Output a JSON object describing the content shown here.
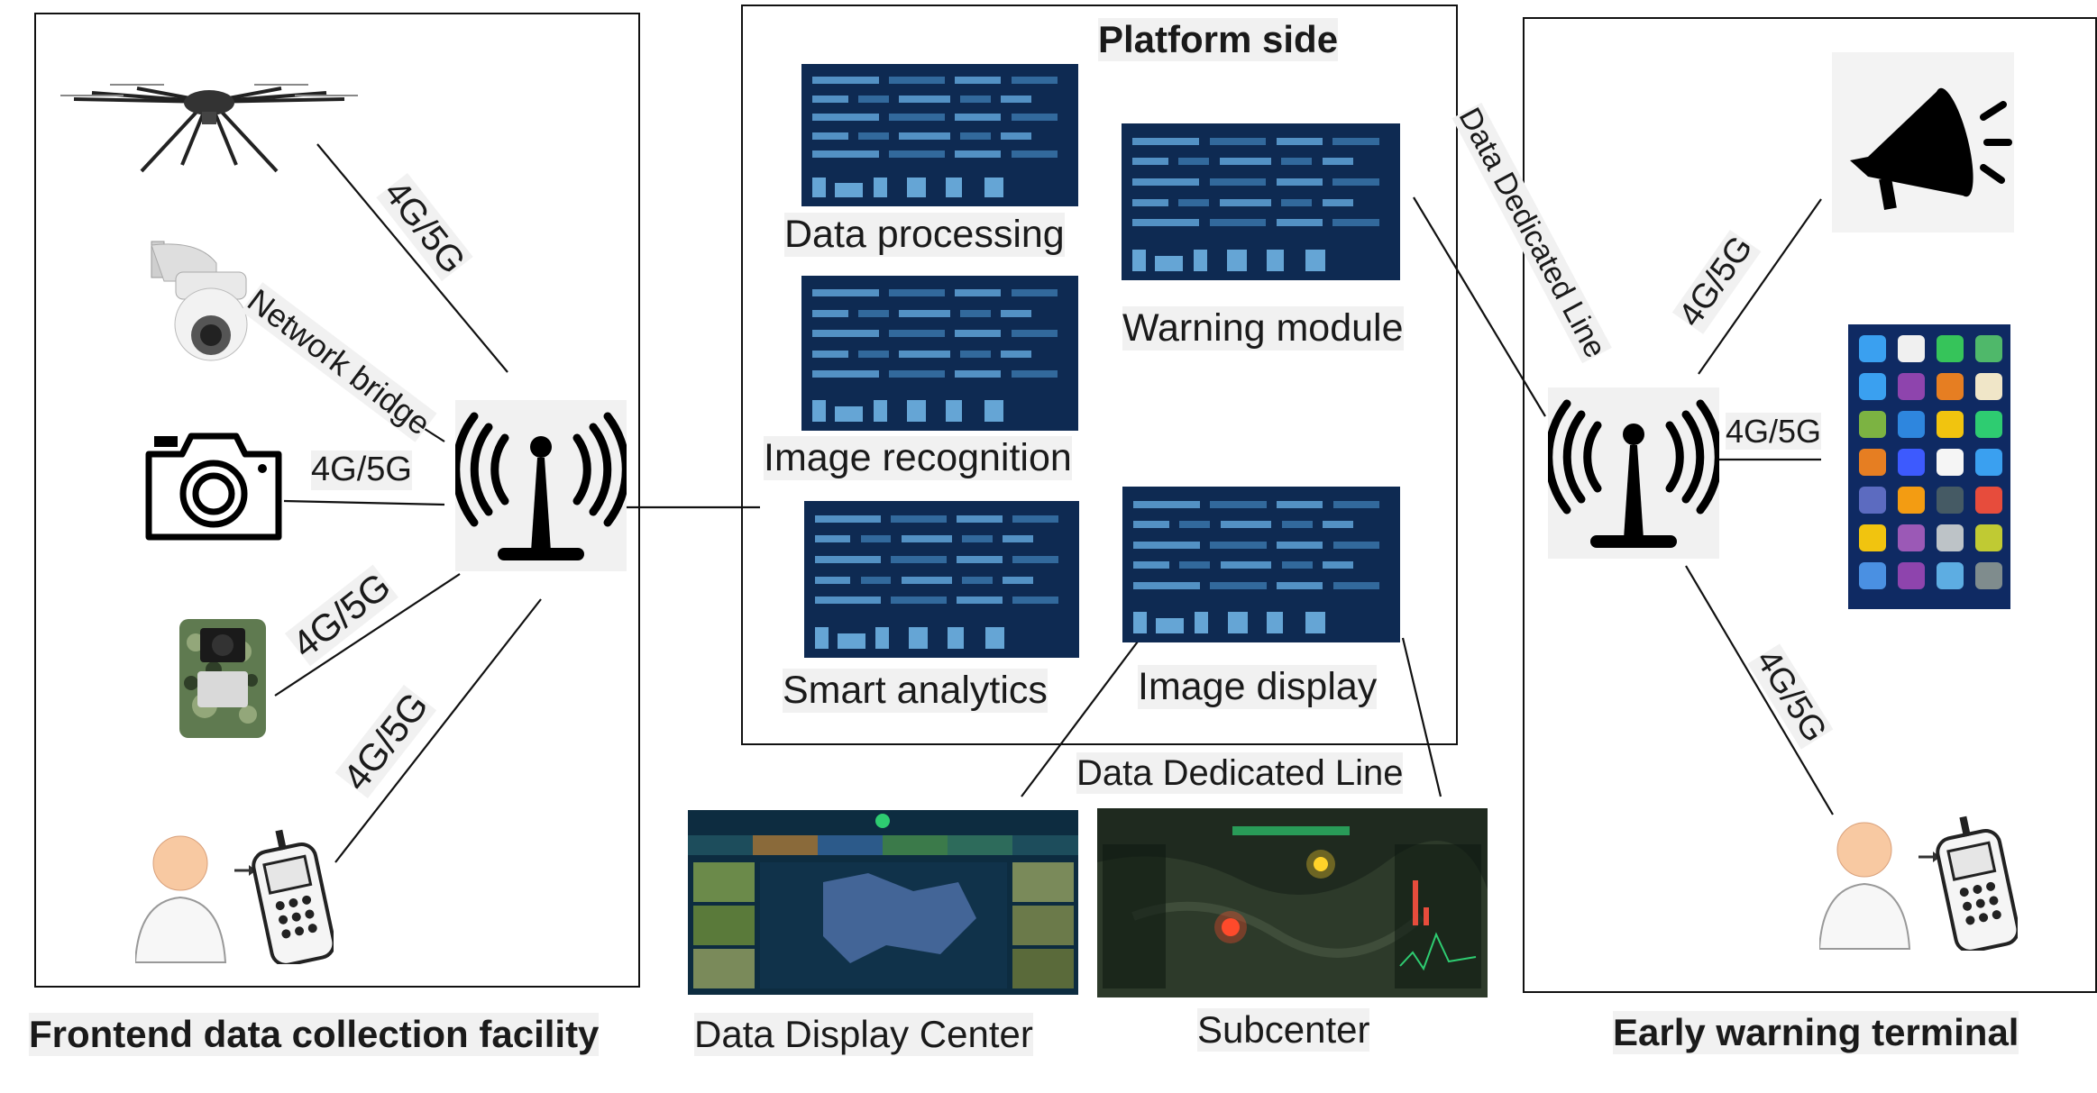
{
  "frontend": {
    "title": "Frontend data collection facility",
    "links": {
      "drone": "4G/5G",
      "camera_dome": "Network bridge",
      "camera": "4G/5G",
      "trail_camera": "4G/5G",
      "person_phone": "4G/5G"
    }
  },
  "platform": {
    "title": "Platform side",
    "modules": {
      "data_processing": "Data processing",
      "image_recognition": "Image recognition",
      "smart_analytics": "Smart analytics",
      "warning_module": "Warning module",
      "image_display": "Image display"
    },
    "dedicated_line_top": "Data Dedicated Line",
    "dedicated_line_bottom": "Data Dedicated Line"
  },
  "centers": {
    "data_display_center": "Data Display Center",
    "subcenter": "Subcenter"
  },
  "warning": {
    "title": "Early warning terminal",
    "links": {
      "loudspeaker": "4G/5G",
      "mobile_apps": "4G/5G",
      "person_phone": "4G/5G"
    }
  },
  "colors": {
    "panel_bg": "#0e2a52",
    "panel_fg": "#5fa3d8",
    "line": "#111111"
  }
}
